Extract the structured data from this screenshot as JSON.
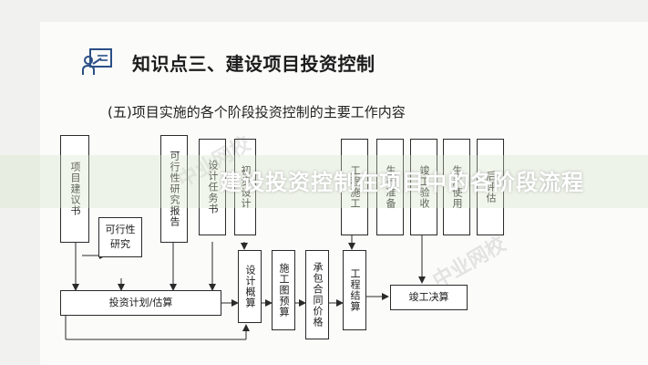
{
  "slide": {
    "title": "知识点三、建设项目投资控制",
    "subtitle": "(五)项目实施的各个阶段投资控制的主要工作内容",
    "icon": "presenter-board-icon",
    "banner": "建设投资控制在项目中的各阶段流程"
  },
  "diagram": {
    "stage_boxes": [
      {
        "id": "s1",
        "label": "项目建议书"
      },
      {
        "id": "s2",
        "label": "可行性研究报告"
      },
      {
        "id": "s3",
        "label": "设计任务书"
      },
      {
        "id": "s4",
        "label": "初步设计"
      },
      {
        "id": "s5",
        "label": "工程施工"
      },
      {
        "id": "s6",
        "label": "生产准备"
      },
      {
        "id": "s7",
        "label": "竣工验收"
      },
      {
        "id": "s8",
        "label": "生产使用"
      },
      {
        "id": "s9",
        "label": "后评估"
      }
    ],
    "control_boxes": [
      {
        "id": "c1",
        "label": "可行性研究"
      },
      {
        "id": "c2",
        "label": "投资计划/估算"
      },
      {
        "id": "c3",
        "label": "设计概算"
      },
      {
        "id": "c4",
        "label": "施工图预算"
      },
      {
        "id": "c5",
        "label": "承包合同价格"
      },
      {
        "id": "c6",
        "label": "工程结算"
      },
      {
        "id": "c7",
        "label": "竣工决算"
      }
    ]
  },
  "watermark": {
    "text": "中业网校"
  }
}
